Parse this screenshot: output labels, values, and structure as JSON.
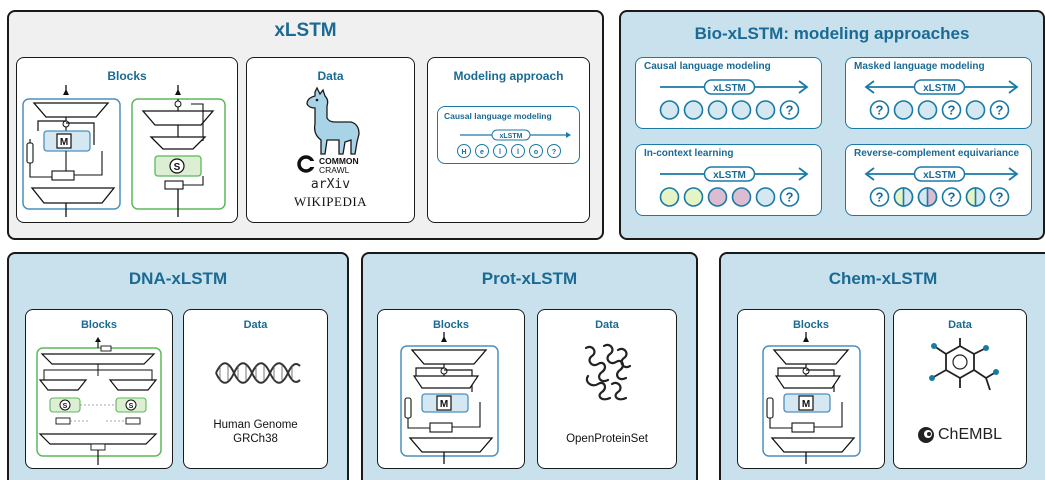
{
  "xlstm": {
    "title": "xLSTM",
    "blocks_title": "Blocks",
    "data_title": "Data",
    "modeling_title": "Modeling approach",
    "modeling_card_title": "Causal language modeling",
    "modeling_pill": "xLSTM",
    "modeling_tokens": [
      "H",
      "e",
      "l",
      "l",
      "o",
      "?"
    ],
    "sources": [
      "COMMON",
      "CRAWL",
      "arXiv",
      "WIKIPEDIA"
    ]
  },
  "bio": {
    "title": "Bio-xLSTM: modeling approaches",
    "pill": "xLSTM",
    "token_q": "?",
    "cards": [
      {
        "title": "Causal language modeling"
      },
      {
        "title": "Masked language modeling"
      },
      {
        "title": "In-context learning"
      },
      {
        "title": "Reverse-complement equivariance"
      }
    ]
  },
  "dna": {
    "title": "DNA-xLSTM",
    "blocks_title": "Blocks",
    "data_title": "Data",
    "data_line1": "Human Genome",
    "data_line2": "GRCh38"
  },
  "prot": {
    "title": "Prot-xLSTM",
    "blocks_title": "Blocks",
    "data_title": "Data",
    "data_label": "OpenProteinSet"
  },
  "chem": {
    "title": "Chem-xLSTM",
    "blocks_title": "Blocks",
    "data_title": "Data",
    "data_label": "ChEMBL"
  },
  "glyphs": {
    "m": "M",
    "s": "S"
  },
  "colors": {
    "title_blue": "#1b6a94",
    "accent_blue": "#1a7aa6",
    "mlstm_border": "#4a90c0",
    "slstm_border": "#5cb85c",
    "token_blue": "#d5e8f2",
    "token_yellow": "#e6f3c4",
    "token_pink": "#dcbcd0",
    "panel_gray": "#f0f0f0",
    "panel_blue": "#c9e1ec"
  }
}
